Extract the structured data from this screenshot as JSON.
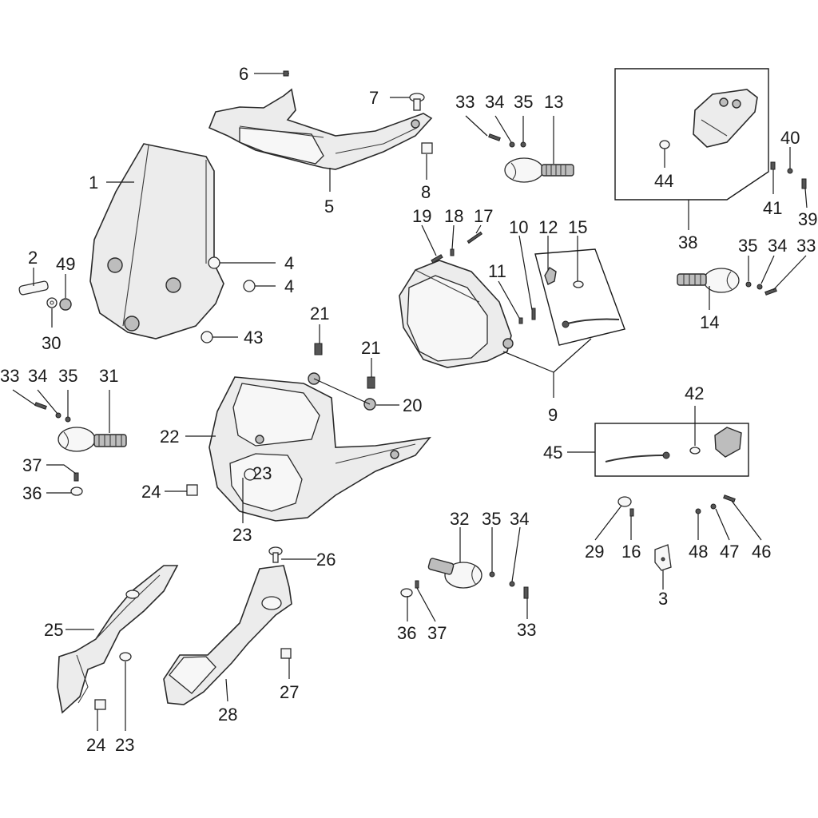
{
  "labels": {
    "p1": "1",
    "p2": "2",
    "p3": "3",
    "p4a": "4",
    "p4b": "4",
    "p5": "5",
    "p6": "6",
    "p7": "7",
    "p8": "8",
    "p9": "9",
    "p10": "10",
    "p11": "11",
    "p12": "12",
    "p13": "13",
    "p14": "14",
    "p15": "15",
    "p16": "16",
    "p17": "17",
    "p18": "18",
    "p19": "19",
    "p20": "20",
    "p21a": "21",
    "p21b": "21",
    "p22": "22",
    "p23a": "23",
    "p23b": "23",
    "p23c": "23",
    "p24a": "24",
    "p24b": "24",
    "p25": "25",
    "p26": "26",
    "p27": "27",
    "p28": "28",
    "p29": "29",
    "p30": "30",
    "p31": "31",
    "p32": "32",
    "p33a": "33",
    "p33b": "33",
    "p33c": "33",
    "p33d": "33",
    "p34a": "34",
    "p34b": "34",
    "p34c": "34",
    "p34d": "34",
    "p35a": "35",
    "p35b": "35",
    "p35c": "35",
    "p35d": "35",
    "p36a": "36",
    "p36b": "36",
    "p37a": "37",
    "p37b": "37",
    "p38": "38",
    "p39": "39",
    "p40": "40",
    "p41": "41",
    "p42": "42",
    "p43": "43",
    "p44": "44",
    "p45": "45",
    "p46": "46",
    "p47": "47",
    "p48": "48",
    "p49": "49"
  }
}
